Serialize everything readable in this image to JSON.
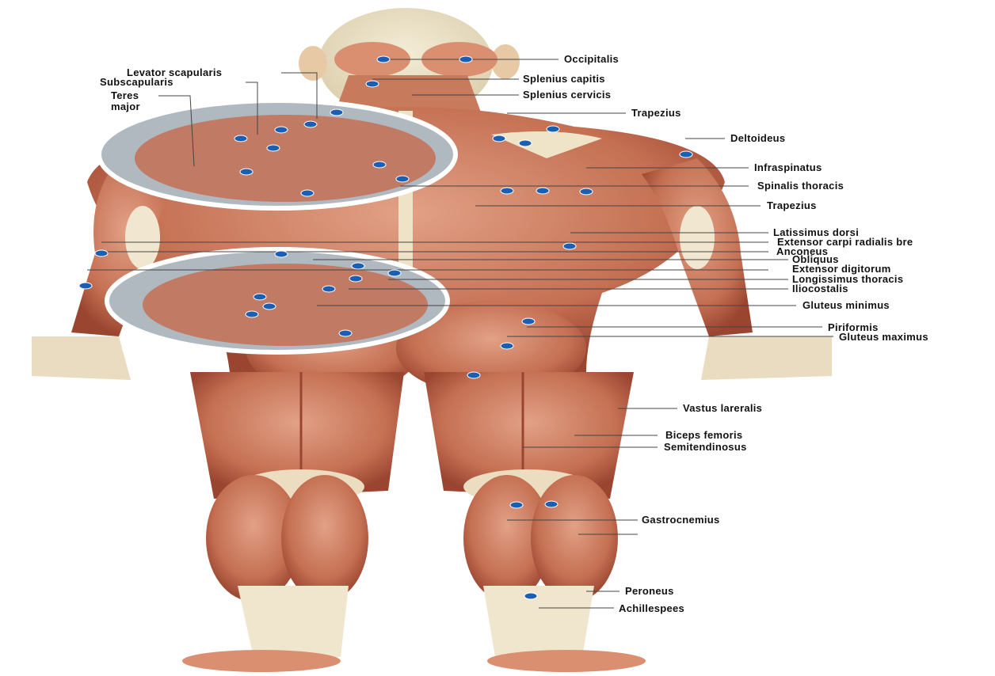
{
  "colors": {
    "muscle": "#c9765a",
    "muscle_dark": "#9c4a35",
    "muscle_light": "#e3a58c",
    "tendon": "#efe6cf",
    "skin_bg": "#ffffff",
    "inset_bg": "#a8b2bc",
    "marker": "#1a5fb4",
    "leader": "#333333"
  },
  "labels": {
    "occipitalis": "Occipitalis",
    "splenius_capitis": "Splenius capitis",
    "splenius_cervicis": "Splenius cervicis",
    "trapezius_upper": "Trapezius",
    "deltoideus": "Deltoideus",
    "infraspinatus": "Infraspinatus",
    "spinalis_thoracis": "Spinalis thoracis",
    "trapezius_lower": "Trapezius",
    "latissimus_dorsi": "Latissimus dorsi",
    "extensor_carpi": "Extensor carpi radialis bre",
    "anconeus": "Anconeus",
    "obliquus": "Obliquus",
    "extensor_digitorum": "Extensor digitorum",
    "longissimus_thoracis": "Longissimus thoracis",
    "iliocostalis": "Iliocostalis",
    "gluteus_minimus": "Gluteus minimus",
    "piriformis": "Piriformis",
    "gluteus_maximus": "Gluteus maximus",
    "vastus_lateralis": "Vastus lareralis",
    "biceps_femoris": "Biceps femoris",
    "semitendinosus": "Semitendinosus",
    "gastrocnemius": "Gastrocnemius",
    "peroneus": "Peroneus",
    "achillespees": "Achillespees",
    "levator_scapularis": "Levator scapularis",
    "subscapularis": "Subscapularis",
    "teres_major": "Teres\nmajor"
  }
}
